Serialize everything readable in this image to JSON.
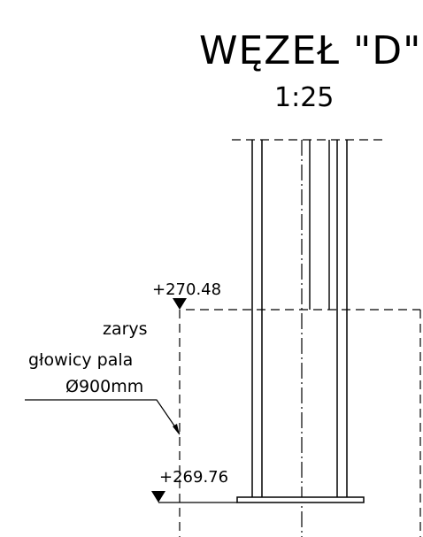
{
  "drawing": {
    "title": "WĘZEŁ \"D\"",
    "scale": "1:25",
    "elevations": {
      "top": "+270.48",
      "bottom": "+269.76"
    },
    "note": {
      "line1": "zarys",
      "line2": "głowicy pala",
      "line3": "Ø900mm"
    }
  }
}
